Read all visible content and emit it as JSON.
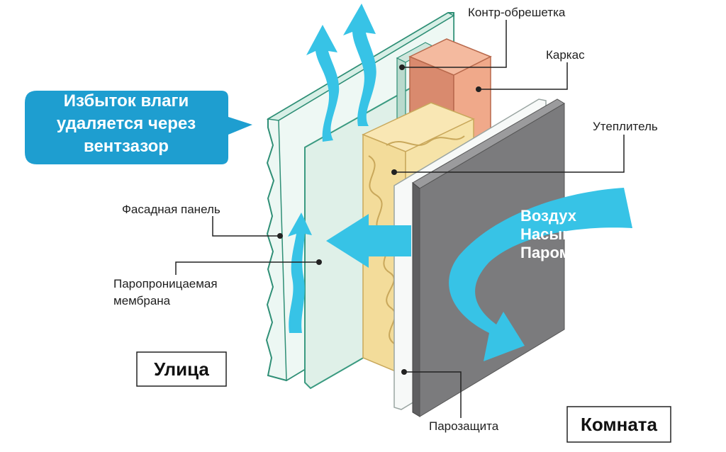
{
  "callout": {
    "line1": "Избыток влаги",
    "line2": "удаляется через",
    "line3": "вентзазор"
  },
  "air_label": {
    "line1": "Воздух",
    "line2": "Насыщеный",
    "line3": "Паром"
  },
  "labels": {
    "counter_batten": "Контр-обрешетка",
    "frame": "Каркас",
    "insulation": "Утеплитель",
    "facade_panel": "Фасадная панель",
    "membrane_line1": "Паропроницаемая",
    "membrane_line2": "мембрана",
    "vapor_barrier": "Парозащита"
  },
  "zones": {
    "outside": "Улица",
    "room": "Комната"
  },
  "colors": {
    "arrow": "#37c3e6",
    "callout_bg": "#1e9ed0",
    "panel_edge": "#2f8f76",
    "frame": "#d98a6e",
    "insulation": "#f3dc9a",
    "wall": "#7b7b7d"
  }
}
